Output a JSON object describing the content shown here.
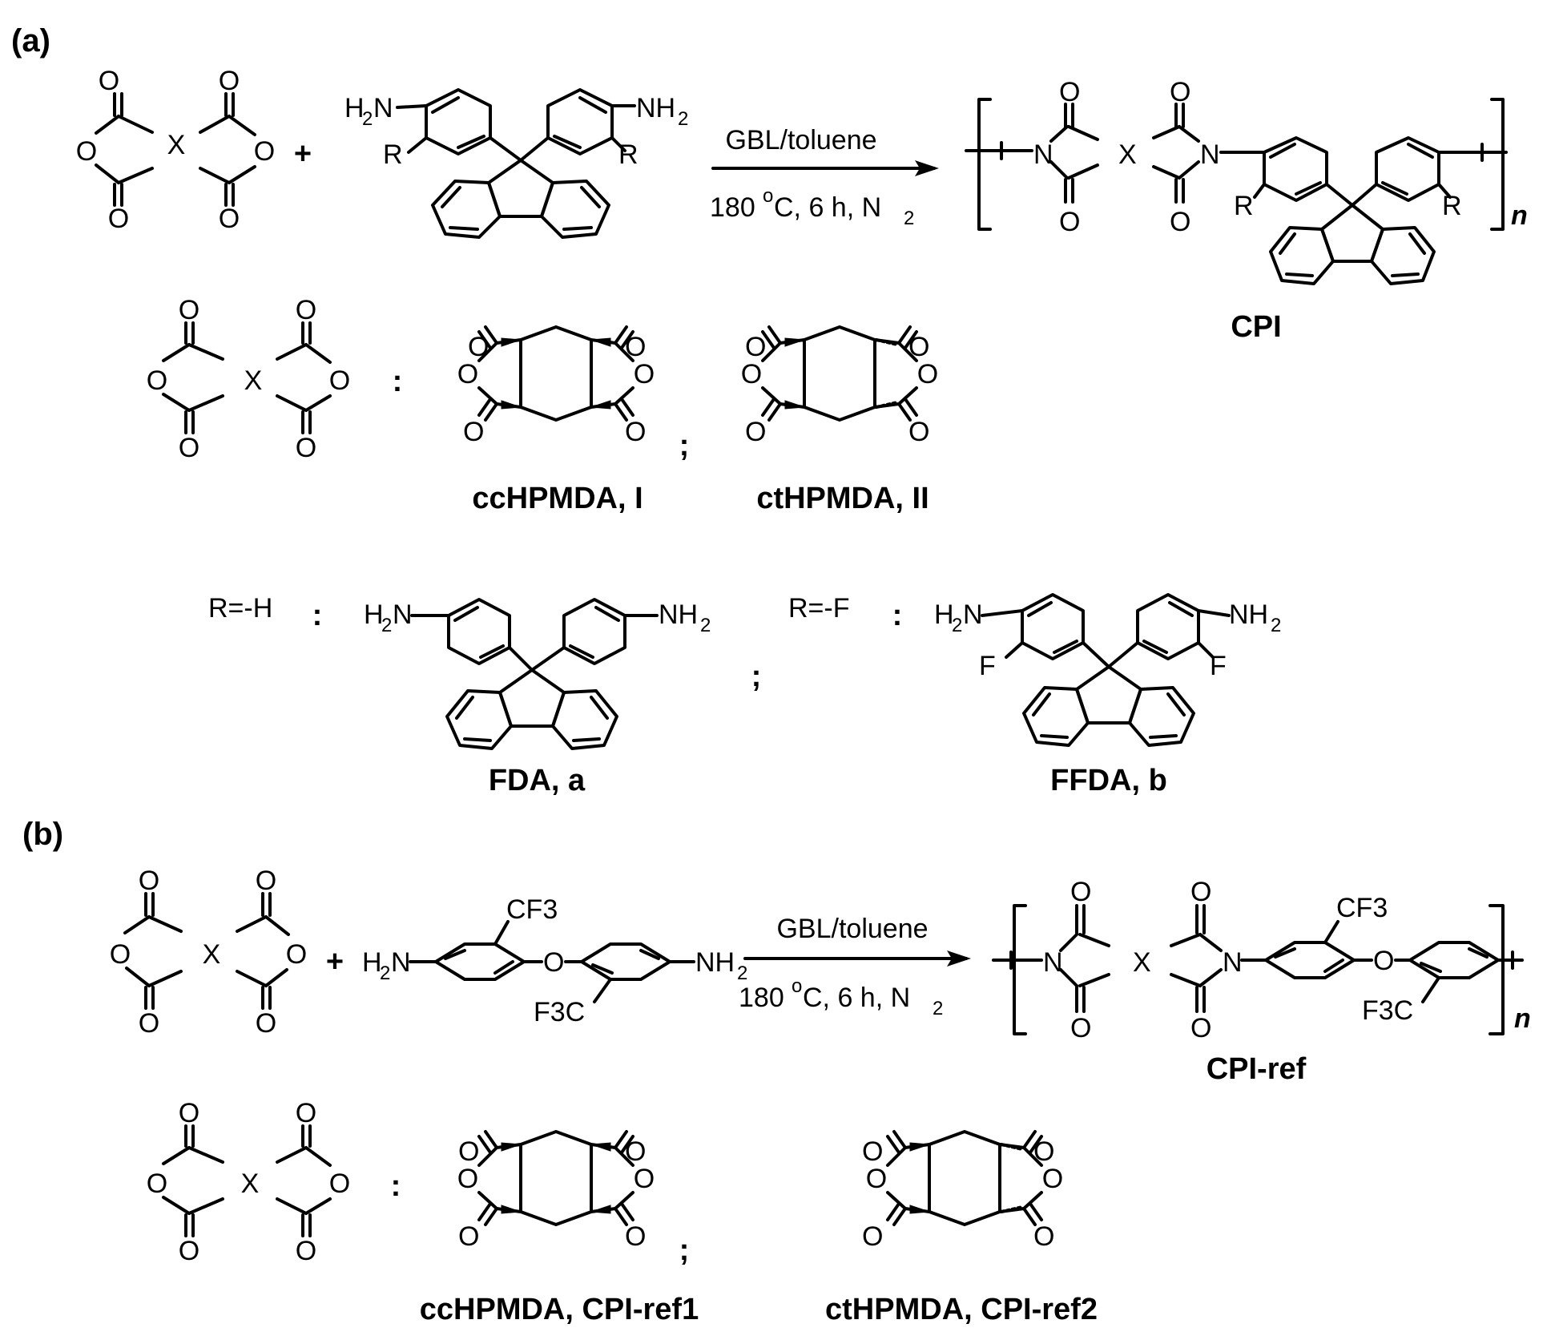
{
  "panel_a": {
    "label": "(a)",
    "x_label": "X",
    "plus": "+",
    "diamine_nh2_left": "H2N",
    "diamine_nh2_right": "NH2",
    "r_label": "R",
    "conditions_top": "GBL/toluene",
    "conditions_bottom": "180 oC, 6 h, N2",
    "product_n_label": "N",
    "product_repeat": "n",
    "product_name": "CPI",
    "colon": ":",
    "semicolon": ";",
    "anhydride_1_name": "ccHPMDA, I",
    "anhydride_2_name": "ctHPMDA, II",
    "r_h_label": "R=-H",
    "r_f_label": "R=-F",
    "fluoro_label": "F",
    "diamine_a_name": "FDA, a",
    "diamine_b_name": "FFDA, b"
  },
  "panel_b": {
    "label": "(b)",
    "x_label": "X",
    "plus": "+",
    "cf3_label": "CF3",
    "f3c_label": "F3C",
    "o_label": "O",
    "diamine_nh2_left": "H2N",
    "diamine_nh2_right": "NH2",
    "conditions_top": "GBL/toluene",
    "conditions_bottom": "180 oC, 6 h, N2",
    "product_repeat": "n",
    "product_name": "CPI-ref",
    "colon": ":",
    "semicolon": ";",
    "anhydride_1_name": "ccHPMDA, CPI-ref1",
    "anhydride_2_name": "ctHPMDA, CPI-ref2"
  }
}
